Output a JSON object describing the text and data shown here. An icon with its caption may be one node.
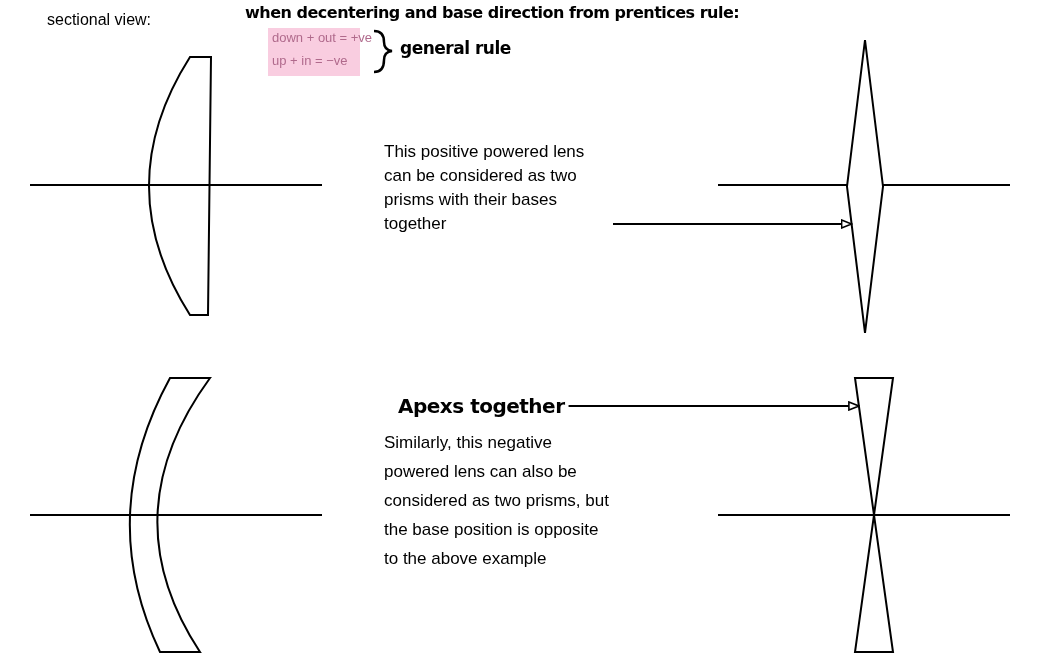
{
  "diagram": {
    "nodes": [
      {
        "text": [
          "This positive powered lens can be considered as two prisms with their bases together"
        ]
      },
      {
        "text": [],
        "shape": "diamond"
      },
      {
        "text": [
          "Apexs together"
        ]
      },
      {
        "text": [],
        "shape": "hourglass"
      }
    ],
    "edges": [
      {
        "from": 0,
        "to": 1,
        "arrow": "to"
      },
      {
        "from": 2,
        "to": 3,
        "arrow": "to"
      }
    ],
    "labels": [
      "sectional view:",
      "when decentering and base direction from prentices rule:",
      "down + out = +ve",
      "up + in = −ve",
      "general rule",
      "Similarly, this negative powered lens can also be considered as two prisms, but the base position is opposite to the above example"
    ]
  }
}
